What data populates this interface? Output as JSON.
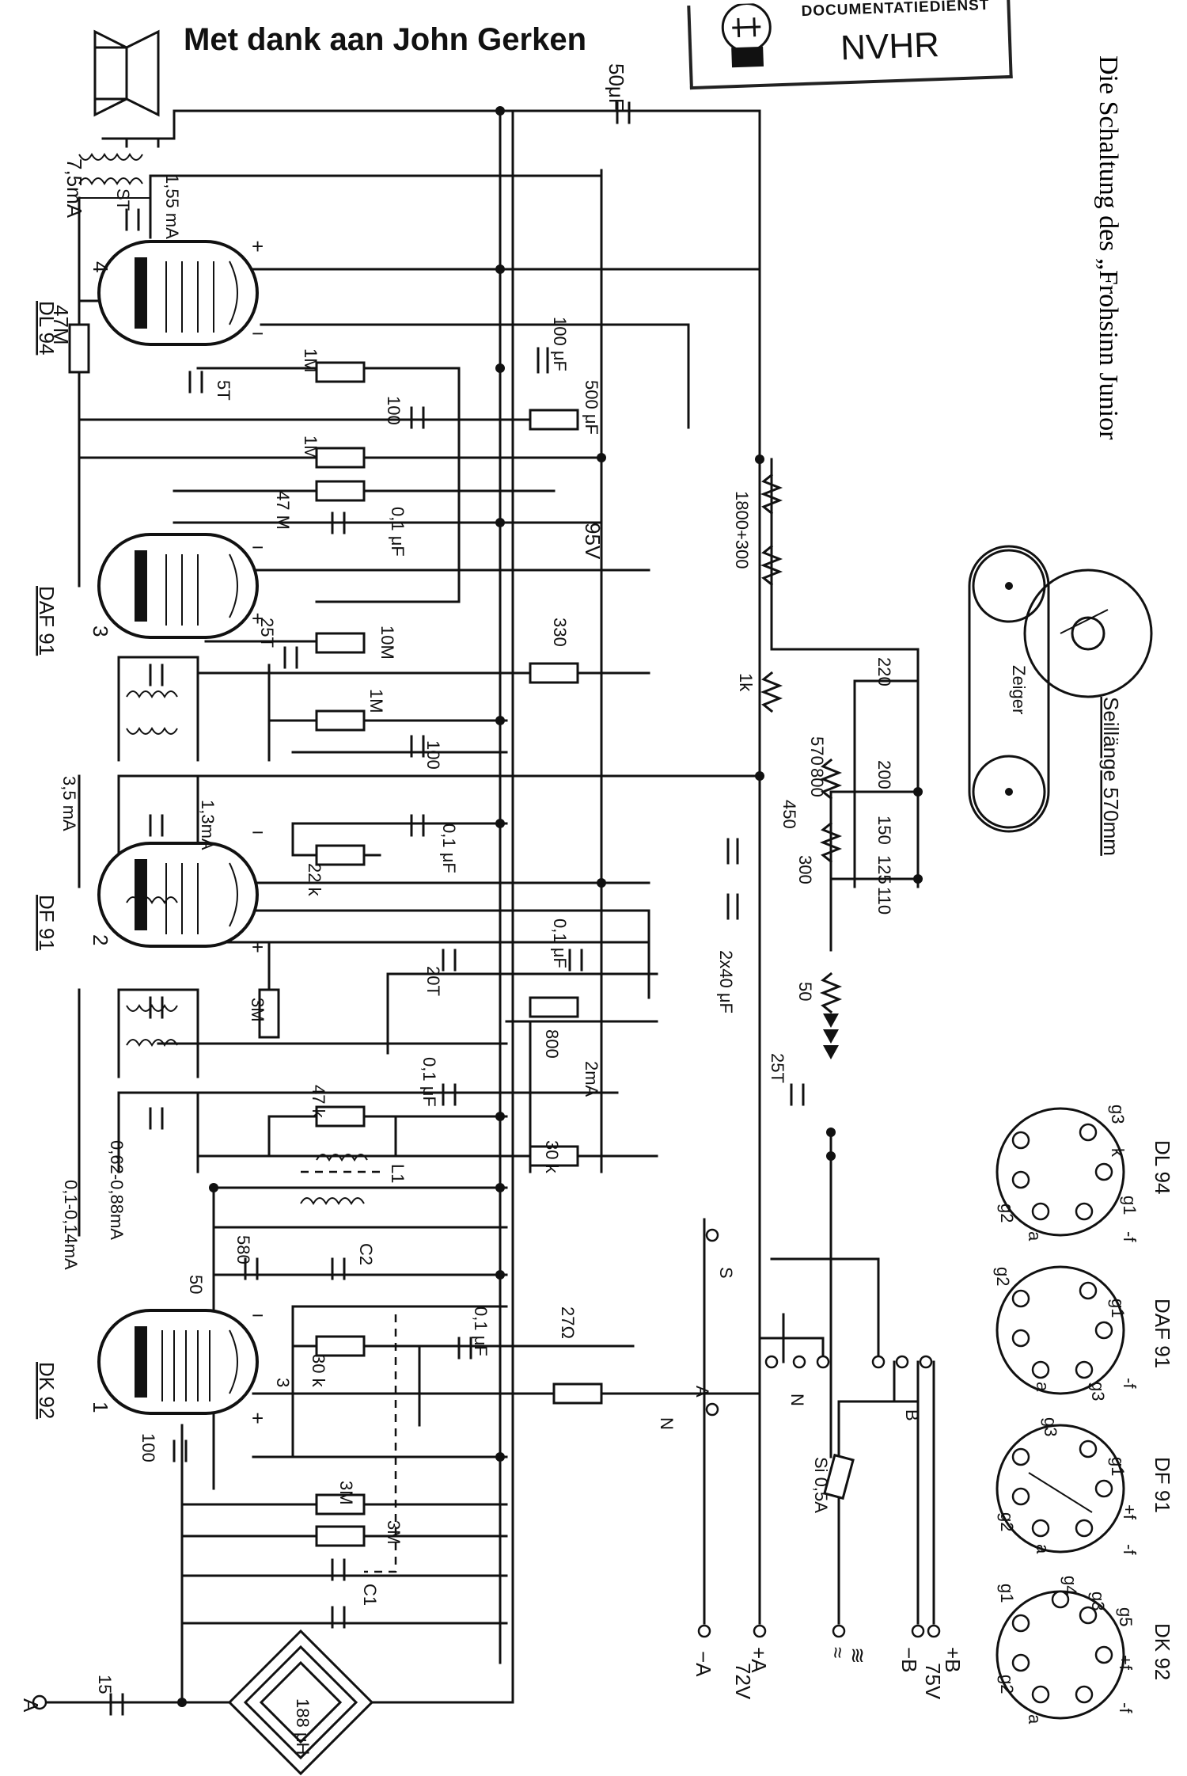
{
  "credit": "Met dank aan John Gerken",
  "stamp": {
    "top": "DOCUMENTATIEDIENST",
    "main": "NVHR"
  },
  "title": "Die Schaltung des „Frohsinn Junior",
  "tubes": [
    {
      "name": "DL 94",
      "number": "4"
    },
    {
      "name": "DAF 91",
      "number": "3"
    },
    {
      "name": "DF 91",
      "number": "2"
    },
    {
      "name": "DK 92",
      "number": "1"
    }
  ],
  "labels": {
    "c50uf": "50μF",
    "ma75": "7,5mA",
    "st1": "ST",
    "ma155": "1,55 mA",
    "r47m": "47M",
    "r1m_a": "1M",
    "st2": "5T",
    "c100a": "100",
    "c100uf": "100 μF",
    "c500uf": "500 μF",
    "r1m_b": "1M",
    "r47m_b": "47 M",
    "c01a": "0,1 μF",
    "v95": "95V",
    "r1800": "1800+300",
    "c25t": "25T",
    "r10m": "10M",
    "r1m_c": "1M",
    "r330": "330",
    "r1k": "1k",
    "c100b": "100",
    "ma35": "3,5 mA",
    "ma13": "1,3mA",
    "c01b": "0,1 μF",
    "r22k": "22 k",
    "r450": "450",
    "r570": "570",
    "r800": "800",
    "r300": "300",
    "v220": "220",
    "v200": "200",
    "v150": "150",
    "v125": "125",
    "v110": "110",
    "c2x40": "2x40 μF",
    "c20t": "20T",
    "c01c": "0,1 μF",
    "r3m_a": "3M",
    "r800b": "800",
    "r50": "50",
    "c25t_b": "25T",
    "ma2": "2mA",
    "r47k": "47 k",
    "c01d": "0,1 μF",
    "l1": "L1",
    "r30k_a": "30 k",
    "ma_osc": "0,1-0,14mA",
    "ma_osc2": "0,62-0,88mA",
    "c580": "580",
    "c50": "50",
    "c2": "C2",
    "c01e": "0,1 μF",
    "r30k_b": "30 k",
    "r27": "27Ω",
    "s_sw": "S",
    "na": "N",
    "aa": "A",
    "n2": "N",
    "b2": "B",
    "fuse": "Si 0,5A",
    "x3": "3",
    "r3m_b": "3M",
    "r3m_c": "3M",
    "c100c": "100",
    "c1": "C1",
    "c15": "15",
    "ant": "A",
    "loop": "188 μH",
    "seil": "Seillänge 570mm",
    "zeiger": "Zeiger",
    "plus": "+",
    "minus": "−"
  },
  "supply": [
    "−A",
    "72V",
    "+A",
    "≈",
    "≋",
    "−B",
    "75V",
    "+B"
  ],
  "bases": [
    {
      "name": "DK 92",
      "pins": [
        "g1",
        "g4",
        "g3",
        "+f",
        "-f",
        "a",
        "g2",
        "g5"
      ]
    },
    {
      "name": "DF 91",
      "pins": [
        "g3",
        "g1",
        "+f",
        "-f",
        "a",
        "g2"
      ]
    },
    {
      "name": "DAF 91",
      "pins": [
        "g2",
        "g1",
        "-f",
        "g3",
        "a"
      ]
    },
    {
      "name": "DL 94",
      "pins": [
        "g3",
        "k",
        "g1",
        "-f",
        "a",
        "g2"
      ]
    }
  ]
}
